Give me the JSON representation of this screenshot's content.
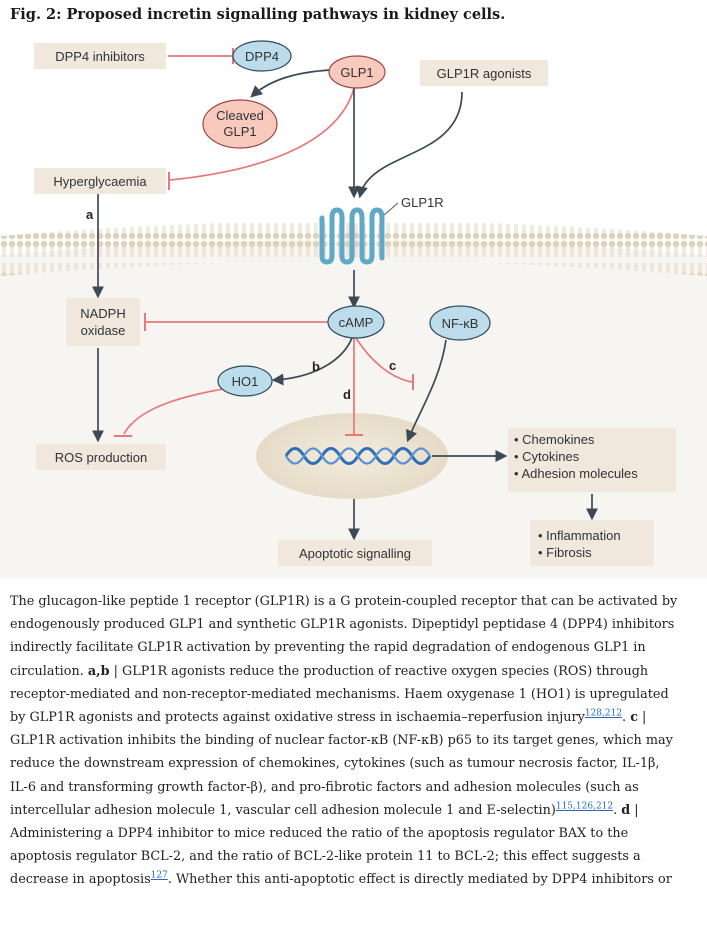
{
  "figure": {
    "title": "Fig. 2: Proposed incretin signalling pathways in kidney cells.",
    "nodes": {
      "dpp4_inhibitors": "DPP4 inhibitors",
      "dpp4": "DPP4",
      "glp1": "GLP1",
      "glp1r_agonists": "GLP1R agonists",
      "cleaved_glp1_line1": "Cleaved",
      "cleaved_glp1_line2": "GLP1",
      "hyperglycaemia": "Hyperglycaemia",
      "glp1r": "GLP1R",
      "nadph_line1": "NADPH",
      "nadph_line2": "oxidase",
      "camp": "cAMP",
      "nfkb": "NF-κB",
      "ho1": "HO1",
      "ros_production": "ROS production",
      "apoptotic_signalling": "Apoptotic signalling",
      "outputs": [
        "• Chemokines",
        "• Cytokines",
        "• Adhesion molecules"
      ],
      "effects": [
        "• Inflammation",
        "• Fibrosis"
      ]
    },
    "pathway_labels": {
      "a": "a",
      "b": "b",
      "c": "c",
      "d": "d"
    },
    "colors": {
      "blue_node": "#bcdcec",
      "red_node": "#f8c9bd",
      "beige_box": "#f0e8dc",
      "inhibit": "#e8777a",
      "arrow": "#3d4a55",
      "membrane": "#e4dcc9",
      "dna": "#2f6fb5",
      "nucleus": "#ece3d3"
    }
  },
  "caption": {
    "lines": [
      [
        {
          "t": "The glucagon-like peptide 1 receptor (GLP1R) is a G protein-coupled receptor that can be activated by"
        }
      ],
      [
        {
          "t": "endogenously produced GLP1 and synthetic GLP1R agonists. Dipeptidyl peptidase 4 (DPP4) inhibitors"
        }
      ],
      [
        {
          "t": "indirectly facilitate GLP1R activation by preventing the rapid degradation of endogenous GLP1 in"
        }
      ],
      [
        {
          "t": "circulation. "
        },
        {
          "t": "a,b",
          "b": true
        },
        {
          "t": " | GLP1R agonists reduce the production of reactive oxygen species (ROS) through"
        }
      ],
      [
        {
          "t": "receptor-mediated and non-receptor-mediated mechanisms. Haem oxygenase 1 (HO1) is upregulated"
        }
      ],
      [
        {
          "t": "by GLP1R agonists and protects against oxidative stress in ischaemia–reperfusion injury"
        },
        {
          "t": "128,212",
          "r": true
        },
        {
          "t": ". "
        },
        {
          "t": "c",
          "b": true
        },
        {
          "t": " |"
        }
      ],
      [
        {
          "t": "GLP1R activation inhibits the binding of nuclear factor-κB (NF-κB) p65 to its target genes, which may"
        }
      ],
      [
        {
          "t": "reduce the downstream expression of chemokines, cytokines (such as tumour necrosis factor, IL-1β,"
        }
      ],
      [
        {
          "t": "IL-6 and transforming growth factor-β), and pro-fibrotic factors and adhesion molecules (such as"
        }
      ],
      [
        {
          "t": "intercellular adhesion molecule 1, vascular cell adhesion molecule 1 and E-selectin)"
        },
        {
          "t": "115,126,212",
          "r": true
        },
        {
          "t": ". "
        },
        {
          "t": "d",
          "b": true
        },
        {
          "t": " |"
        }
      ],
      [
        {
          "t": "Administering a DPP4 inhibitor to mice reduced the ratio of the apoptosis regulator BAX to the"
        }
      ],
      [
        {
          "t": "apoptosis regulator BCL-2, and the ratio of BCL-2-like protein 11 to BCL-2; this effect suggests a"
        }
      ],
      [
        {
          "t": "decrease in apoptosis"
        },
        {
          "t": "127",
          "r": true
        },
        {
          "t": ". Whether this anti-apoptotic effect is directly mediated by DPP4 inhibitors or"
        }
      ]
    ]
  }
}
